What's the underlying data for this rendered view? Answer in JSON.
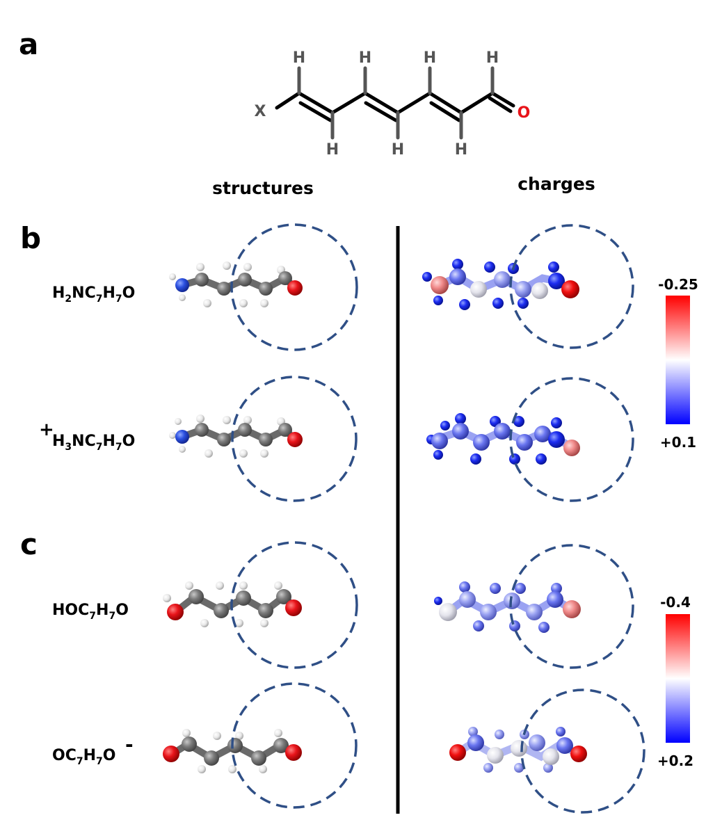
{
  "panels": {
    "a": "a",
    "b": "b",
    "c": "c"
  },
  "scheme": {
    "x": "X",
    "h": "H",
    "o": "O"
  },
  "headers": {
    "structures": "structures",
    "charges": "charges"
  },
  "rows": [
    {
      "pre": "",
      "parts": [
        {
          "t": "H"
        },
        {
          "s": "2"
        },
        {
          "t": "NC"
        },
        {
          "s": "7"
        },
        {
          "t": "H"
        },
        {
          "s": "7"
        },
        {
          "t": "O"
        }
      ],
      "post": ""
    },
    {
      "pre": "+",
      "parts": [
        {
          "t": "H"
        },
        {
          "s": "3"
        },
        {
          "t": "NC"
        },
        {
          "s": "7"
        },
        {
          "t": "H"
        },
        {
          "s": "7"
        },
        {
          "t": "O"
        }
      ],
      "post": ""
    },
    {
      "pre": "",
      "parts": [
        {
          "t": "HOC"
        },
        {
          "s": "7"
        },
        {
          "t": "H"
        },
        {
          "s": "7"
        },
        {
          "t": "O"
        }
      ],
      "post": ""
    },
    {
      "pre": "",
      "parts": [
        {
          "t": "OC"
        },
        {
          "s": "7"
        },
        {
          "t": "H"
        },
        {
          "s": "7"
        },
        {
          "t": "O"
        }
      ],
      "post": "-"
    }
  ],
  "colorbars": [
    {
      "top": "-0.25",
      "bottom": "+0.1"
    },
    {
      "top": "-0.4",
      "bottom": "+0.2"
    }
  ],
  "colors": {
    "oxygen": "#e8141a",
    "carbon": "#7c7c7c",
    "nitrogen": "#2b50e0",
    "hydrogen": "#f2f2f2",
    "circle": "#2f4f86",
    "neg": "#ff0000",
    "pos": "#0000ff"
  }
}
